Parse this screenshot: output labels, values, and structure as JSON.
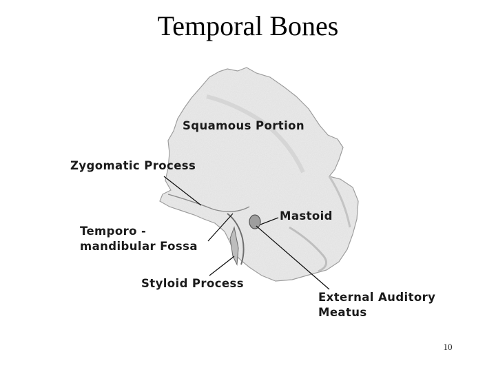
{
  "slide": {
    "title": "Temporal Bones",
    "page_number": "10"
  },
  "labels": {
    "squamous": "Squamous Portion",
    "zygomatic": "Zygomatic Process",
    "temporo_line1": "Temporo -",
    "temporo_line2": "mandibular Fossa",
    "mastoid": "Mastoid",
    "styloid": "Styloid Process",
    "eam_line1": "External Auditory",
    "eam_line2": "Meatus"
  }
}
